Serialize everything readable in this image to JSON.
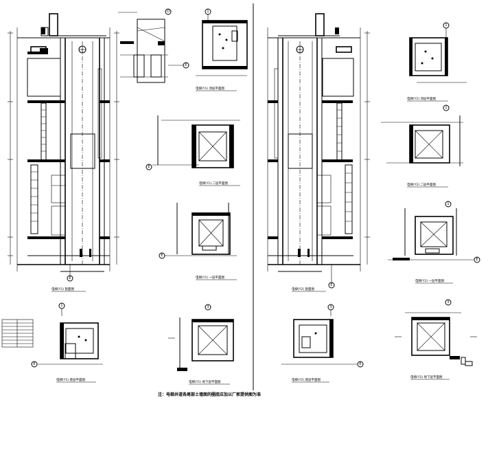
{
  "drawing": {
    "note": "注：电梯井道各尾部土墙面的圈底应加以厂家提供图为准",
    "axis_labels": {
      "e": "E",
      "one": "1",
      "three": "3",
      "d": "D"
    },
    "elevation_captions": {
      "left": "电梯(Y1) 剖面图",
      "right": "电梯(Y2) 剖面图"
    },
    "plan_captions": {
      "p1": "电梯(Y1) 顶层平面图",
      "p2": "电梯(Y1) 二层平面图",
      "p3": "电梯(Y1) 一层平面图",
      "p4": "电梯(Y1) 底层平面图",
      "p5": "电梯(Y1) 地下层平面图",
      "p6": "电梯(Y2) 顶层平面图",
      "p7": "电梯(Y2) 二层平面图",
      "p8": "电梯(Y2) 一层平面图",
      "p9": "电梯(Y2) 底层平面图",
      "p10": "电梯(Y2) 地下层平面图"
    }
  }
}
